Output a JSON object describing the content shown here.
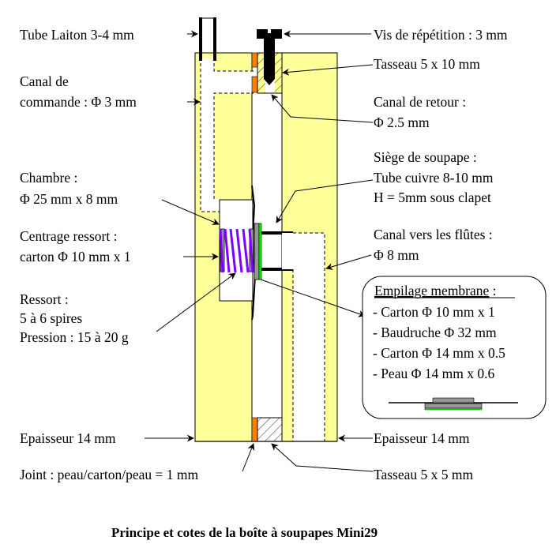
{
  "title": "Principe et cotes de la boîte à soupapes Mini29",
  "colors": {
    "wood": "#ffff99",
    "joint": "#ff8000",
    "spring": "#8000ff",
    "leather": "#00ff00",
    "cardboard": "#969696",
    "metal": "#000000"
  },
  "labels_left": {
    "tube_laiton": "Tube Laiton 3-4 mm",
    "canal_commande_1": "Canal de",
    "canal_commande_2": "commande : Φ 3 mm",
    "chambre_1": "Chambre :",
    "chambre_2": "Φ 25 mm x 8 mm",
    "centrage_1": "Centrage ressort :",
    "centrage_2": "carton Φ 10 mm x 1",
    "ressort_1": "Ressort :",
    "ressort_2": "5 à 6 spires",
    "ressort_3": "Pression : 15 à 20 g",
    "epaisseur_left": "Epaisseur 14 mm",
    "joint": "Joint : peau/carton/peau = 1 mm"
  },
  "labels_right": {
    "vis": "Vis de répétition : 3 mm",
    "tasseau_top": "Tasseau 5 x 10 mm",
    "canal_retour_1": "Canal de retour :",
    "canal_retour_2": "Φ 2.5 mm",
    "siege_1": "Siège de soupape :",
    "siege_2": "Tube cuivre 8-10 mm",
    "siege_3": "H = 5mm sous clapet",
    "canal_flutes_1": "Canal vers les flûtes :",
    "canal_flutes_2": "Φ 8 mm",
    "epaisseur_right": "Epaisseur 14 mm",
    "tasseau_bottom": "Tasseau 5 x 5 mm"
  },
  "membrane_box": {
    "heading": "Empilage membrane",
    "heading_suffix": " :",
    "items": [
      "- Carton  Φ 10 mm x 1",
      "- Baudruche Φ 32 mm",
      "- Carton  Φ 14 mm x 0.5",
      "- Peau  Φ 14 mm x 0.6"
    ]
  }
}
